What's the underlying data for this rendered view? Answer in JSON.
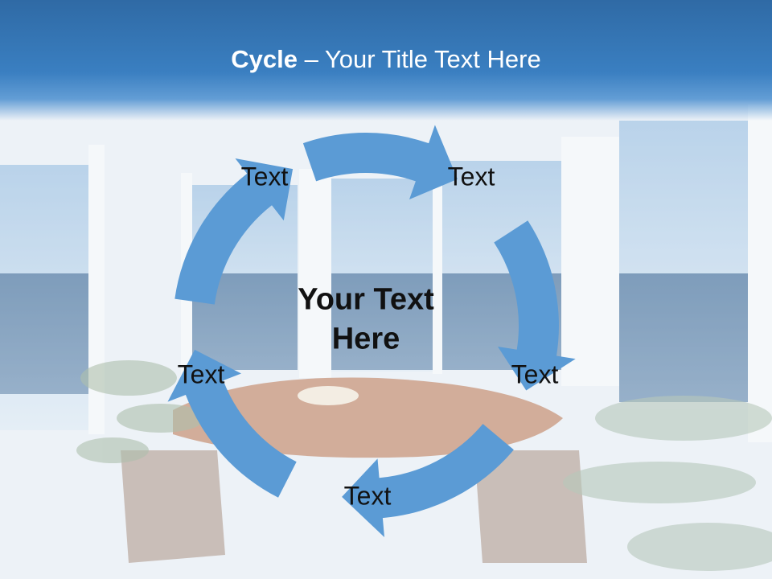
{
  "slide": {
    "title_bold": "Cycle",
    "title_rest": " – Your Title Text Here",
    "center_line1": "Your Text",
    "center_line2": "Here"
  },
  "cycle": {
    "nodes": [
      {
        "label": "Text"
      },
      {
        "label": "Text"
      },
      {
        "label": "Text"
      },
      {
        "label": "Text"
      },
      {
        "label": "Text"
      }
    ]
  },
  "colors": {
    "title_band": "#3a7fc1",
    "arrow": "#5b9bd5",
    "background_sky": "#bcd3e8",
    "background_sea": "#3f6a94"
  }
}
